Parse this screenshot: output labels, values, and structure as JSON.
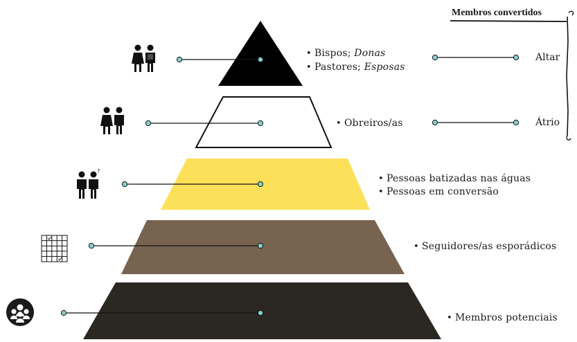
{
  "bracket": {
    "title": "Membros convertidos",
    "items": [
      {
        "label": "Altar"
      },
      {
        "label": "Átrio"
      }
    ]
  },
  "levels": [
    {
      "level_name": "top",
      "fill": "#000000",
      "icon": "couple-icon",
      "bullets": [
        {
          "text": "Bispos; ",
          "italic": "Donas"
        },
        {
          "text": "Pastores; ",
          "italic": "Esposas"
        }
      ]
    },
    {
      "level_name": "second",
      "fill": "#ffffff",
      "icon": "couple-icon",
      "bullets": [
        {
          "text": "Obreiros/as",
          "italic": ""
        }
      ]
    },
    {
      "level_name": "third",
      "fill": "#fde05a",
      "icon": "two-people-question-icon",
      "bullets": [
        {
          "text": "Pessoas batizadas nas águas",
          "italic": ""
        },
        {
          "text": "Pessoas em conversão",
          "italic": ""
        }
      ]
    },
    {
      "level_name": "fourth",
      "fill": "#786350",
      "icon": "calendar-grid-icon",
      "bullets": [
        {
          "text": "Seguidores/as esporádicos",
          "italic": ""
        }
      ]
    },
    {
      "level_name": "base",
      "fill": "#2b2722",
      "icon": "group-icon",
      "bullets": [
        {
          "text": "Membros potenciais",
          "italic": ""
        }
      ]
    }
  ],
  "colors": {
    "connector_dot": "#86d0cf",
    "line": "#111111"
  }
}
